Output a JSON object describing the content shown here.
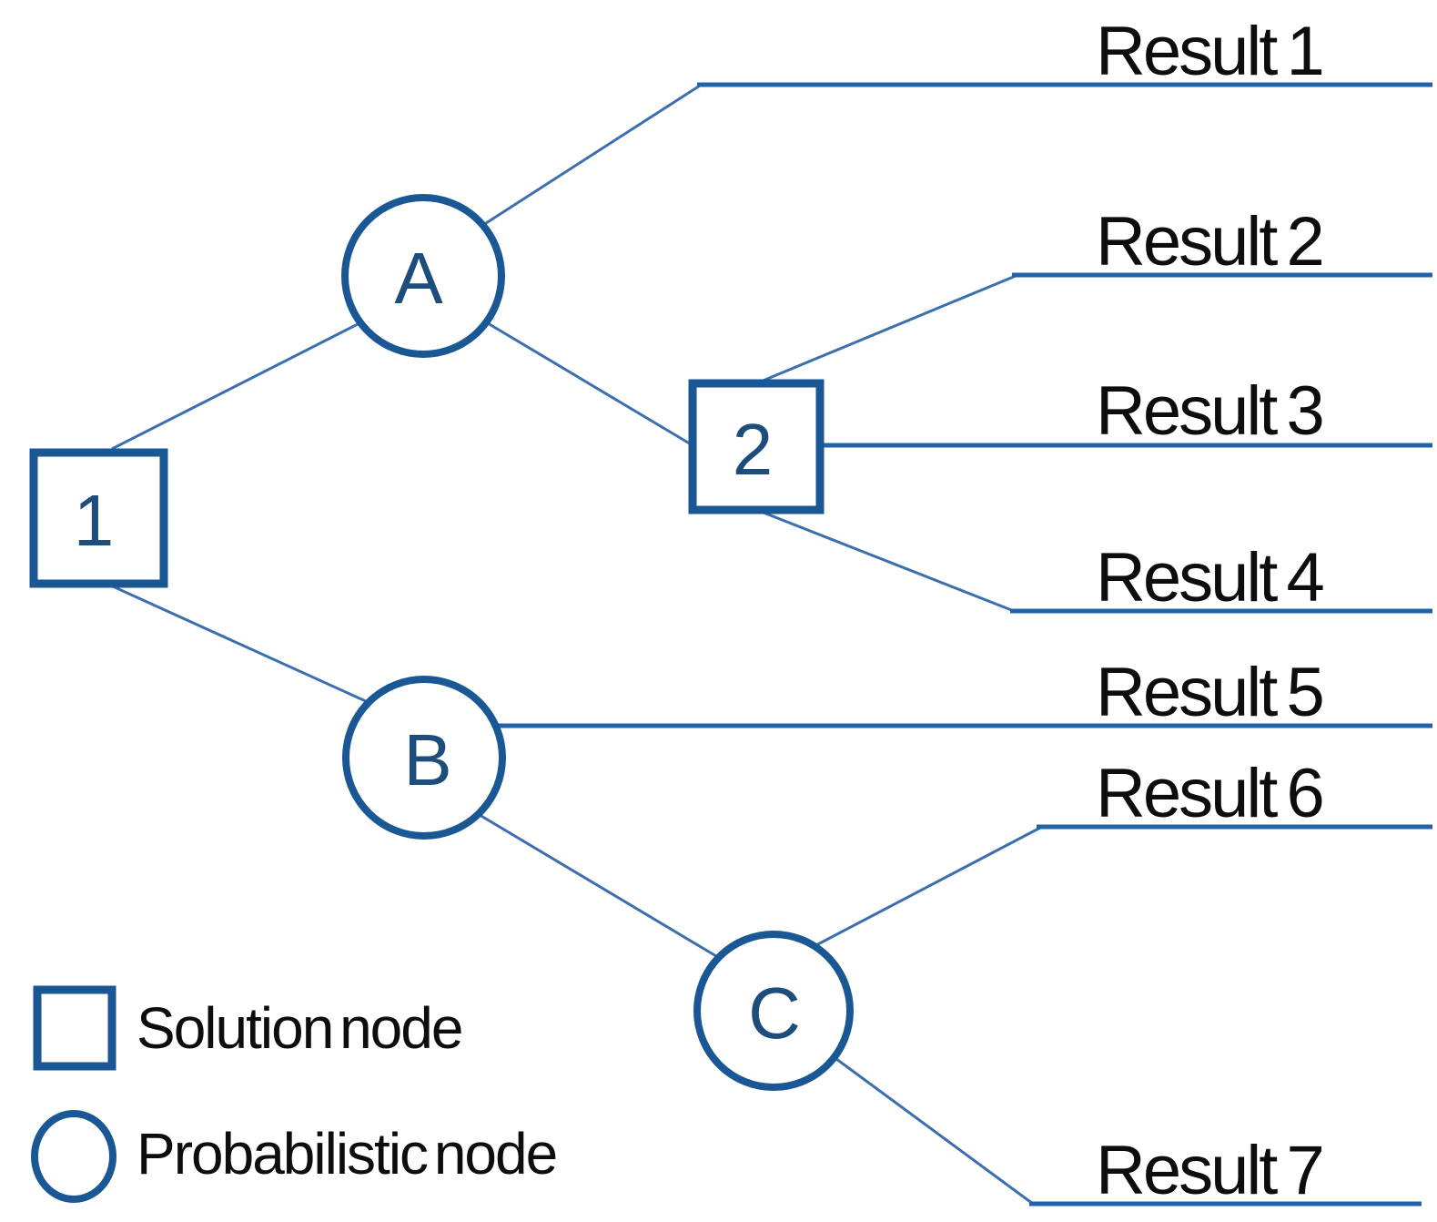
{
  "diagram": {
    "type": "decision-tree",
    "background": "#ffffff",
    "colors": {
      "shape_stroke": "#1a5795",
      "connector_horizontal": "#2063a8",
      "connector_diagonal": "#3b6fad",
      "node_label": "#1d4d7c",
      "text": "#0d0d0d"
    },
    "nodes": [
      {
        "id": "1",
        "shape": "square",
        "kind": "solution",
        "label": "1"
      },
      {
        "id": "A",
        "shape": "circle",
        "kind": "probabilistic",
        "label": "A"
      },
      {
        "id": "2",
        "shape": "square",
        "kind": "solution",
        "label": "2"
      },
      {
        "id": "B",
        "shape": "circle",
        "kind": "probabilistic",
        "label": "B"
      },
      {
        "id": "C",
        "shape": "circle",
        "kind": "probabilistic",
        "label": "C"
      }
    ],
    "results": [
      {
        "label": "Result 1",
        "from": "A"
      },
      {
        "label": "Result 2",
        "from": "2"
      },
      {
        "label": "Result 3",
        "from": "2"
      },
      {
        "label": "Result 4",
        "from": "2"
      },
      {
        "label": "Result 5",
        "from": "B"
      },
      {
        "label": "Result 6",
        "from": "C"
      },
      {
        "label": "Result 7",
        "from": "C"
      }
    ],
    "edges": [
      {
        "from": "1",
        "to": "A"
      },
      {
        "from": "1",
        "to": "B"
      },
      {
        "from": "A",
        "to": "Result 1"
      },
      {
        "from": "A",
        "to": "2"
      },
      {
        "from": "2",
        "to": "Result 2"
      },
      {
        "from": "2",
        "to": "Result 3"
      },
      {
        "from": "2",
        "to": "Result 4"
      },
      {
        "from": "B",
        "to": "Result 5"
      },
      {
        "from": "B",
        "to": "C"
      },
      {
        "from": "C",
        "to": "Result 6"
      },
      {
        "from": "C",
        "to": "Result 7"
      }
    ],
    "legend": {
      "items": [
        {
          "symbol": "square",
          "label": "Solution node"
        },
        {
          "symbol": "circle",
          "label": "Probabilistic node"
        }
      ]
    }
  }
}
